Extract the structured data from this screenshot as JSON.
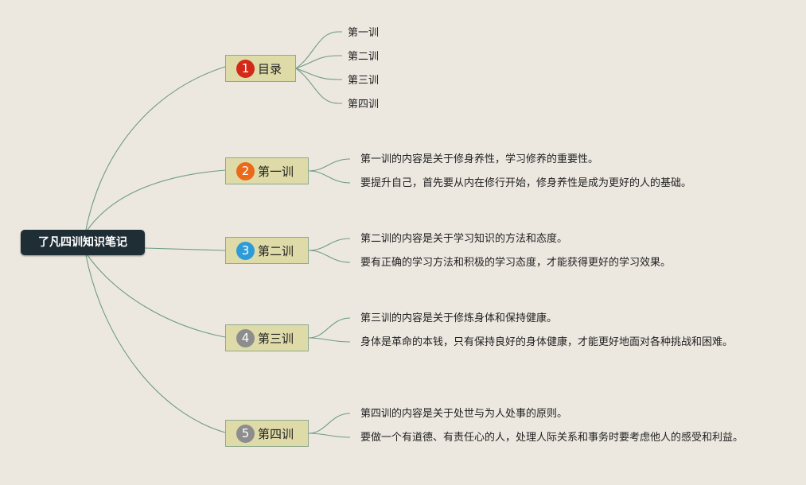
{
  "root": {
    "label": "了凡四训知识笔记"
  },
  "colors": {
    "line": "#6f9b84",
    "badge_red": "#d42818",
    "badge_orange": "#ea6a1a",
    "badge_blue": "#2e9bd9",
    "badge_gray": "#8d8d8d"
  },
  "topics": [
    {
      "number": "1",
      "label": "目录",
      "badge_color": "#d42818",
      "children": [
        "第一训",
        "第二训",
        "第三训",
        "第四训"
      ]
    },
    {
      "number": "2",
      "label": "第一训",
      "badge_color": "#ea6a1a",
      "children": [
        "第一训的内容是关于修身养性，学习修养的重要性。",
        "要提升自己，首先要从内在修行开始，修身养性是成为更好的人的基础。"
      ]
    },
    {
      "number": "3",
      "label": "第二训",
      "badge_color": "#2e9bd9",
      "children": [
        "第二训的内容是关于学习知识的方法和态度。",
        "要有正确的学习方法和积极的学习态度，才能获得更好的学习效果。"
      ]
    },
    {
      "number": "4",
      "label": "第三训",
      "badge_color": "#8d8d8d",
      "children": [
        "第三训的内容是关于修炼身体和保持健康。",
        "身体是革命的本钱，只有保持良好的身体健康，才能更好地面对各种挑战和困难。"
      ]
    },
    {
      "number": "5",
      "label": "第四训",
      "badge_color": "#8d8d8d",
      "children": [
        "第四训的内容是关于处世与为人处事的原则。",
        "要做一个有道德、有责任心的人，处理人际关系和事务时要考虑他人的感受和利益。"
      ]
    }
  ]
}
